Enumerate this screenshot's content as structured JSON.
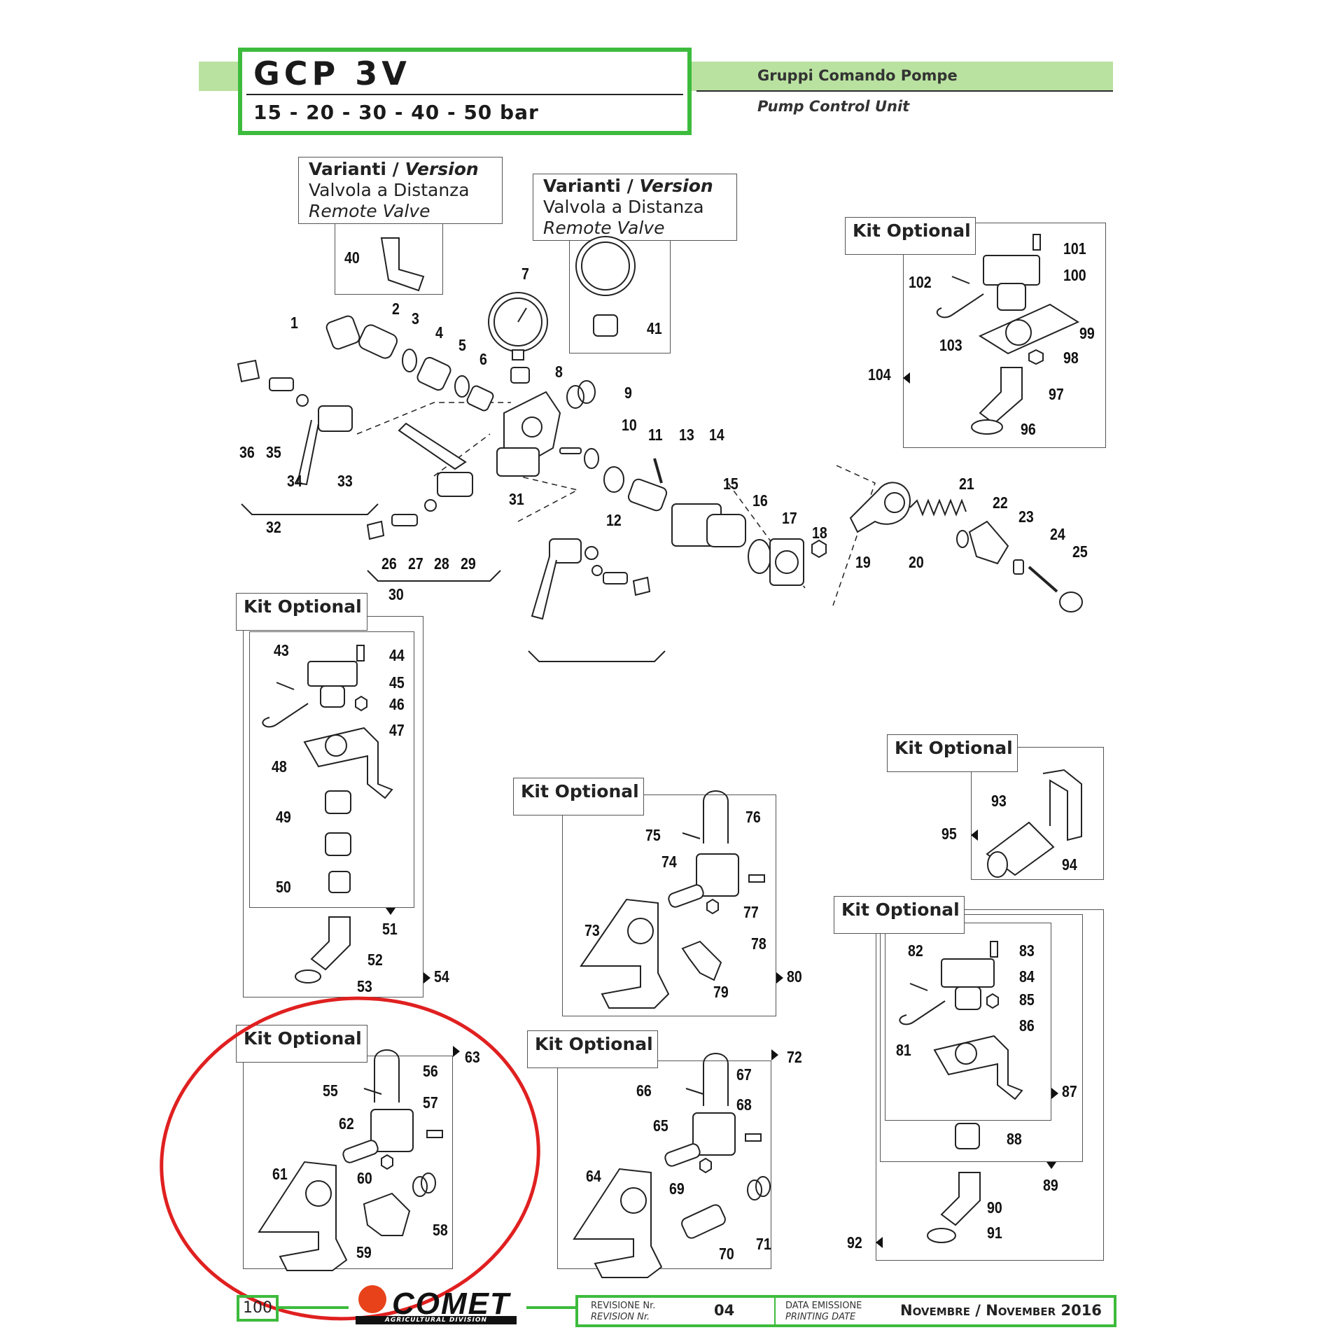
{
  "header": {
    "title": "GCP 3V",
    "pressures": "15 - 20 - 30 - 40 - 50 bar",
    "subtitle_it": "Gruppi Comando Pompe",
    "subtitle_en": "Pump Control Unit"
  },
  "variants": [
    {
      "title_it": "Varianti",
      "sep": " / ",
      "title_en": "Version",
      "line1": "Valvola a Distanza",
      "line2": "Remote Valve"
    },
    {
      "title_it": "Varianti",
      "sep": " / ",
      "title_en": "Version",
      "line1": "Valvola a Distanza",
      "line2": "Remote Valve"
    }
  ],
  "kit_label": "Kit Optional",
  "part_numbers": [
    "1",
    "2",
    "3",
    "4",
    "5",
    "6",
    "7",
    "8",
    "9",
    "10",
    "11",
    "12",
    "13",
    "14",
    "15",
    "16",
    "17",
    "18",
    "19",
    "20",
    "21",
    "22",
    "23",
    "24",
    "25",
    "26",
    "27",
    "28",
    "29",
    "30",
    "31",
    "32",
    "33",
    "34",
    "35",
    "36",
    "40",
    "41",
    "43",
    "44",
    "45",
    "46",
    "47",
    "48",
    "49",
    "50",
    "51",
    "52",
    "53",
    "54",
    "55",
    "56",
    "57",
    "58",
    "59",
    "60",
    "61",
    "62",
    "63",
    "64",
    "65",
    "66",
    "67",
    "68",
    "69",
    "70",
    "71",
    "72",
    "73",
    "74",
    "75",
    "76",
    "77",
    "78",
    "79",
    "80",
    "81",
    "82",
    "83",
    "84",
    "85",
    "86",
    "87",
    "88",
    "89",
    "90",
    "91",
    "92",
    "93",
    "94",
    "95",
    "96",
    "97",
    "98",
    "99",
    "100",
    "101",
    "102",
    "103",
    "104"
  ],
  "footer": {
    "page": "100",
    "brand": "COMET",
    "brand_sub": "AGRICULTURAL DIVISION",
    "revision_label_it": "REVISIONE Nr.",
    "revision_label_en": "REVISION Nr.",
    "revision": "04",
    "date_label_it": "DATA EMISSIONE",
    "date_label_en": "PRINTING DATE",
    "date": "Novembre / November 2016"
  },
  "colors": {
    "accent_green": "#3dbb3d",
    "band_green": "#b9e2a0",
    "highlight_red": "#e02020",
    "logo_orange": "#e8421a"
  }
}
